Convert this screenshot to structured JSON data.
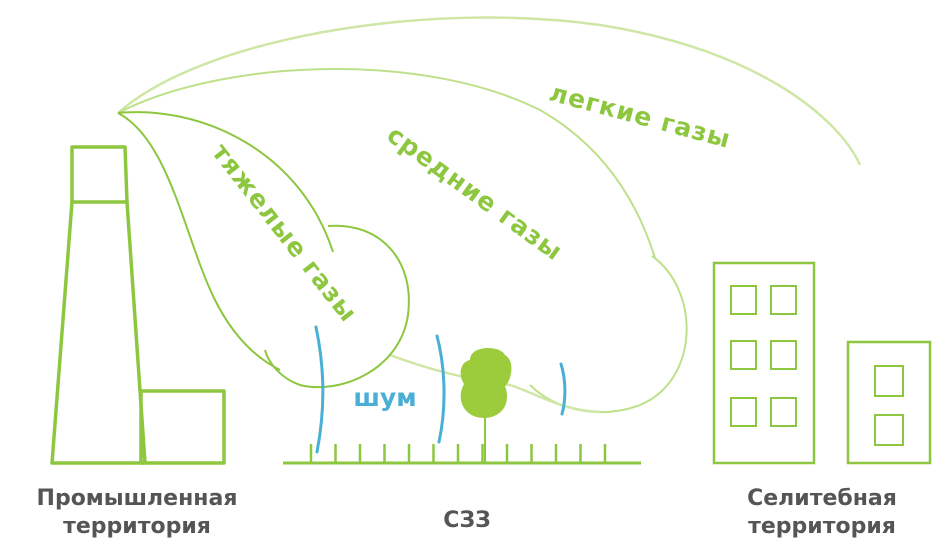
{
  "labels": {
    "heavy_gases": "тяжелые газы",
    "medium_gases": "средние газы",
    "light_gases": "легкие газы",
    "noise": "шум"
  },
  "captions": {
    "industrial_line1": "Промышленная",
    "industrial_line2": "территория",
    "szz": "СЗЗ",
    "residential_line1": "Селитебная",
    "residential_line2": "территория"
  },
  "colors": {
    "green": "#8dc63f",
    "light_green": "#cfe7a6",
    "blue": "#4aafd5",
    "text": "#555555"
  }
}
